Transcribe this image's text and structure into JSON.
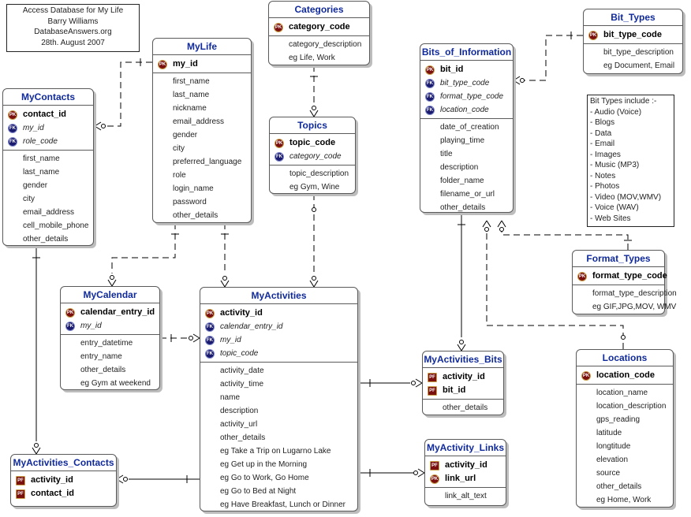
{
  "header_note": {
    "lines": [
      "Access Database for My Life",
      "Barry Williams",
      "DatabaseAnswers.org",
      "28th. August 2007"
    ]
  },
  "bit_types_note": {
    "lines": [
      "Bit Types include :-",
      "- Audio (Voice)",
      "- Blogs",
      "- Data",
      "- Email",
      "- Images",
      "- Music (MP3)",
      "- Notes",
      "- Photos",
      "- Video (MOV,WMV)",
      "- Voice (WAV)",
      "- Web Sites"
    ]
  },
  "key_badges": {
    "pk": "PK",
    "fk": "FK",
    "pf": "PF"
  },
  "entities": {
    "mylife": {
      "title": "MyLife",
      "keys": [
        {
          "kind": "pk",
          "name": "my_id"
        }
      ],
      "attrs": [
        "first_name",
        "last_name",
        "nickname",
        "email_address",
        "gender",
        "city",
        "preferred_language",
        "role",
        "login_name",
        "password",
        "other_details"
      ]
    },
    "mycontacts": {
      "title": "MyContacts",
      "keys": [
        {
          "kind": "pk",
          "name": "contact_id"
        },
        {
          "kind": "fk",
          "name": "my_id"
        },
        {
          "kind": "fk",
          "name": "role_code"
        }
      ],
      "attrs": [
        "first_name",
        "last_name",
        "gender",
        "city",
        "email_address",
        "cell_mobile_phone",
        "other_details"
      ]
    },
    "categories": {
      "title": "Categories",
      "keys": [
        {
          "kind": "pk",
          "name": "category_code"
        }
      ],
      "attrs": [
        "category_description",
        "eg Life, Work"
      ]
    },
    "topics": {
      "title": "Topics",
      "keys": [
        {
          "kind": "pk",
          "name": "topic_code"
        },
        {
          "kind": "fk",
          "name": "category_code"
        }
      ],
      "attrs": [
        "topic_description",
        "eg Gym, Wine"
      ]
    },
    "bits_of_information": {
      "title": "Bits_of_Information",
      "keys": [
        {
          "kind": "pk",
          "name": "bit_id"
        },
        {
          "kind": "fk",
          "name": "bit_type_code"
        },
        {
          "kind": "fk",
          "name": "format_type_code"
        },
        {
          "kind": "fk",
          "name": "location_code"
        }
      ],
      "attrs": [
        "date_of_creation",
        "playing_time",
        "title",
        "description",
        "folder_name",
        "filename_or_url",
        "other_details"
      ]
    },
    "bit_types": {
      "title": "Bit_Types",
      "keys": [
        {
          "kind": "pk",
          "name": "bit_type_code"
        }
      ],
      "attrs": [
        "bit_type_description",
        "eg Document, Email"
      ]
    },
    "format_types": {
      "title": "Format_Types",
      "keys": [
        {
          "kind": "pk",
          "name": "format_type_code"
        }
      ],
      "attrs": [
        "format_type_description",
        "eg GIF,JPG,MOV, WMV"
      ]
    },
    "mycalendar": {
      "title": "MyCalendar",
      "keys": [
        {
          "kind": "pk",
          "name": "calendar_entry_id"
        },
        {
          "kind": "fk",
          "name": "my_id"
        }
      ],
      "attrs": [
        "entry_datetime",
        "entry_name",
        "other_details",
        "eg Gym at weekend"
      ]
    },
    "myactivities": {
      "title": "MyActivities",
      "keys": [
        {
          "kind": "pk",
          "name": "activity_id"
        },
        {
          "kind": "fk",
          "name": "calendar_entry_id"
        },
        {
          "kind": "fk",
          "name": "my_id"
        },
        {
          "kind": "fk",
          "name": "topic_code"
        }
      ],
      "attrs": [
        "activity_date",
        "activity_time",
        "name",
        "description",
        "activity_url",
        "other_details",
        "eg Take a Trip on Lugarno Lake",
        "eg Get up in the Morning",
        "eg Go to Work, Go Home",
        "eg Go to Bed at Night",
        "eg Have Breakfast, Lunch or Dinner"
      ]
    },
    "myactivities_bits": {
      "title": "MyActivities_Bits",
      "keys": [
        {
          "kind": "pf",
          "name": "activity_id"
        },
        {
          "kind": "pf",
          "name": "bit_id"
        }
      ],
      "attrs": [
        "other_details"
      ]
    },
    "myactivity_links": {
      "title": "MyActivity_Links",
      "keys": [
        {
          "kind": "pf",
          "name": "activity_id"
        },
        {
          "kind": "pk",
          "name": "link_url"
        }
      ],
      "attrs": [
        "link_alt_text"
      ]
    },
    "myactivities_contacts": {
      "title": "MyActivities_Contacts",
      "keys": [
        {
          "kind": "pf",
          "name": "activity_id"
        },
        {
          "kind": "pf",
          "name": "contact_id"
        }
      ],
      "attrs": []
    },
    "locations": {
      "title": "Locations",
      "keys": [
        {
          "kind": "pk",
          "name": "location_code"
        }
      ],
      "attrs": [
        "location_name",
        "location_description",
        "gps_reading",
        "latitude",
        "longtitude",
        "elevation",
        "source",
        "other_details",
        "eg Home, Work"
      ]
    }
  }
}
